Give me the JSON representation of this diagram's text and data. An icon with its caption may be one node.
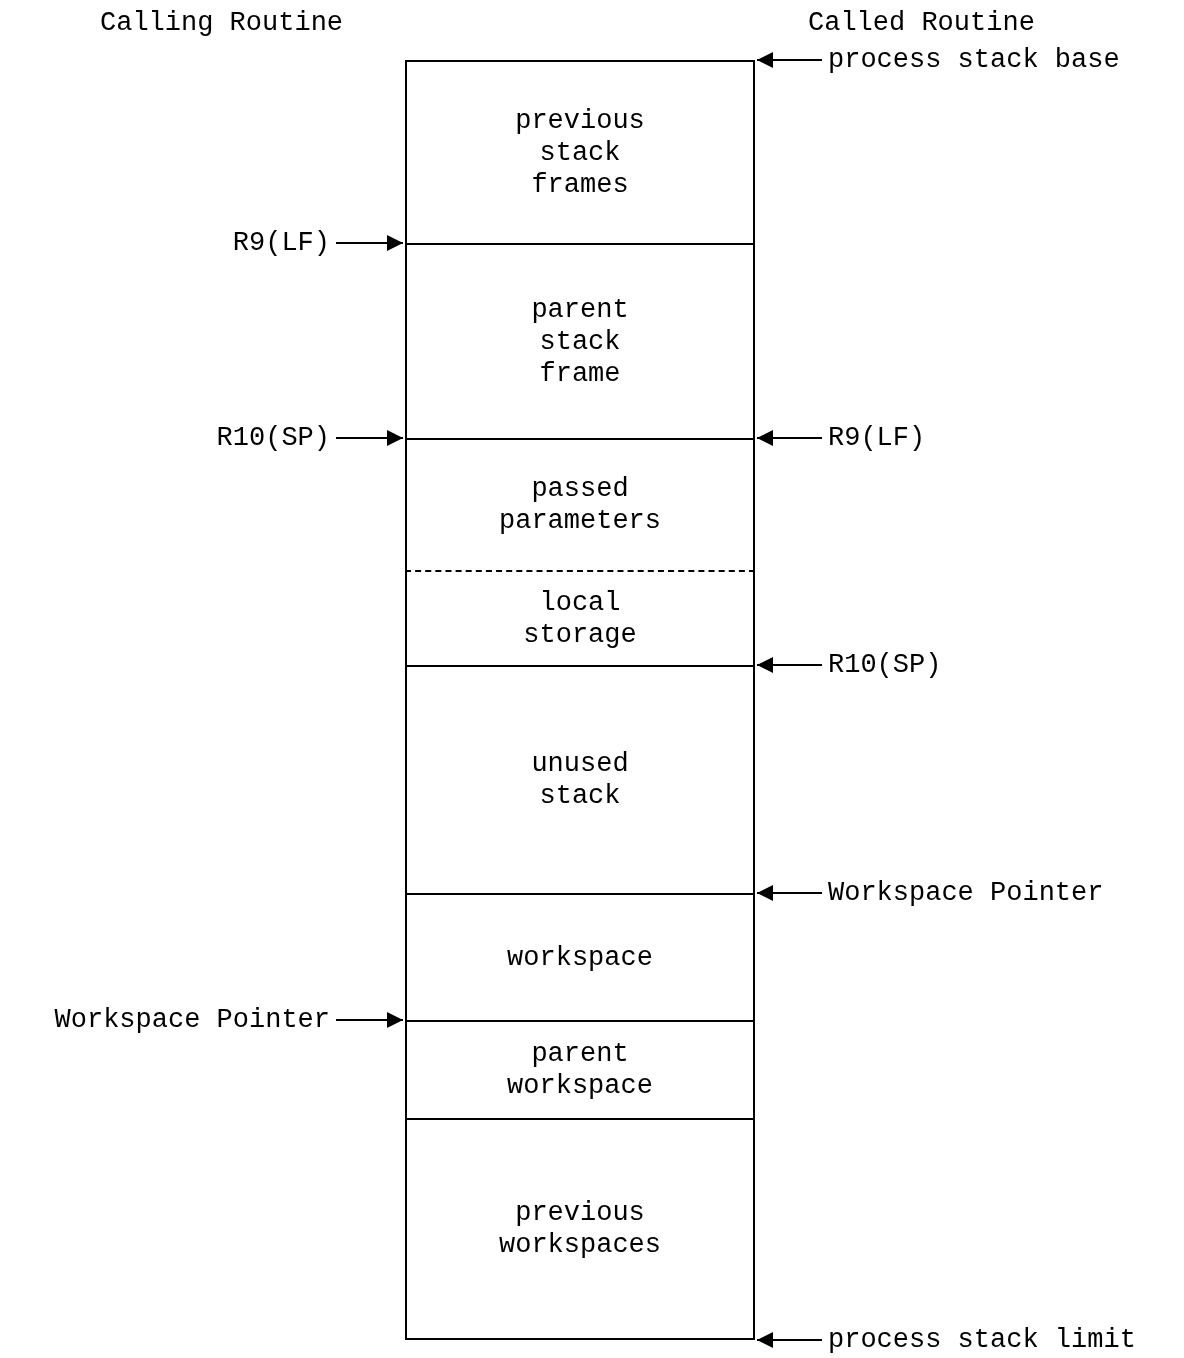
{
  "diagram": {
    "nodes": [
      {
        "text": [
          "previous stack frames"
        ]
      },
      {
        "text": [
          "parent stack frame"
        ]
      },
      {
        "text": [
          "passed parameters"
        ]
      },
      {
        "text": [
          "local storage"
        ]
      },
      {
        "text": [
          "unused stack"
        ]
      },
      {
        "text": [
          "workspace"
        ]
      },
      {
        "text": [
          "parent workspace"
        ]
      },
      {
        "text": [
          "previous workspaces"
        ]
      },
      {
        "text": [
          "process stack base"
        ]
      },
      {
        "text": [
          "R9(LF)"
        ]
      },
      {
        "text": [
          "R10(SP)"
        ]
      },
      {
        "text": [
          "R9(LF)"
        ]
      },
      {
        "text": [
          "R10(SP)"
        ]
      },
      {
        "text": [
          "Workspace Pointer"
        ]
      },
      {
        "text": [
          "Workspace Pointer"
        ]
      },
      {
        "text": [
          "process stack limit"
        ]
      }
    ],
    "edges": [
      {
        "from": 8,
        "to": 0,
        "arrow": "to"
      },
      {
        "from": 9,
        "to": 0,
        "arrow": "to"
      },
      {
        "from": 10,
        "to": 2,
        "arrow": "to"
      },
      {
        "from": 11,
        "to": 2,
        "arrow": "to"
      },
      {
        "from": 12,
        "to": 3,
        "arrow": "to"
      },
      {
        "from": 13,
        "to": 5,
        "arrow": "to"
      },
      {
        "from": 14,
        "to": 6,
        "arrow": "to"
      },
      {
        "from": 15,
        "to": 7,
        "arrow": "to"
      }
    ],
    "labels": [
      "Calling Routine",
      "Called Routine"
    ]
  }
}
